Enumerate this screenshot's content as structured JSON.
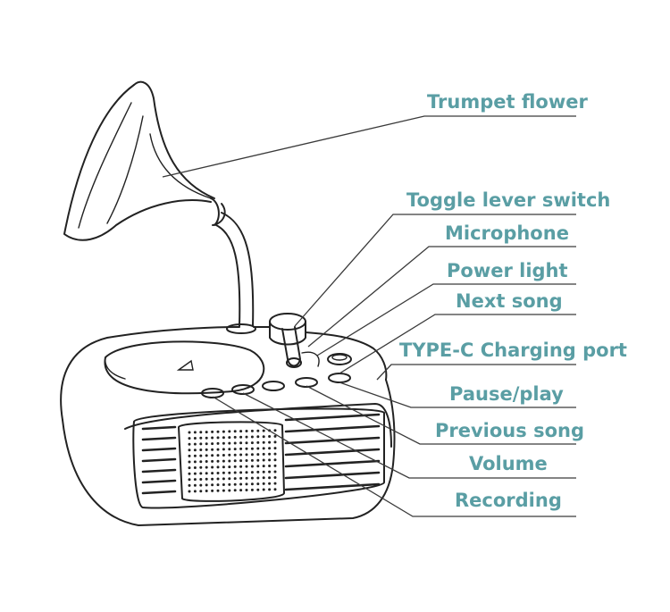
{
  "labels": {
    "trumpet_flower": "Trumpet flower",
    "toggle_lever_switch": "Toggle lever switch",
    "microphone": "Microphone",
    "power_light": "Power light",
    "next_song": "Next song",
    "type_c_port": "TYPE-C Charging port",
    "pause_play": "Pause/play",
    "previous_song": "Previous song",
    "volume": "Volume",
    "recording": "Recording"
  }
}
